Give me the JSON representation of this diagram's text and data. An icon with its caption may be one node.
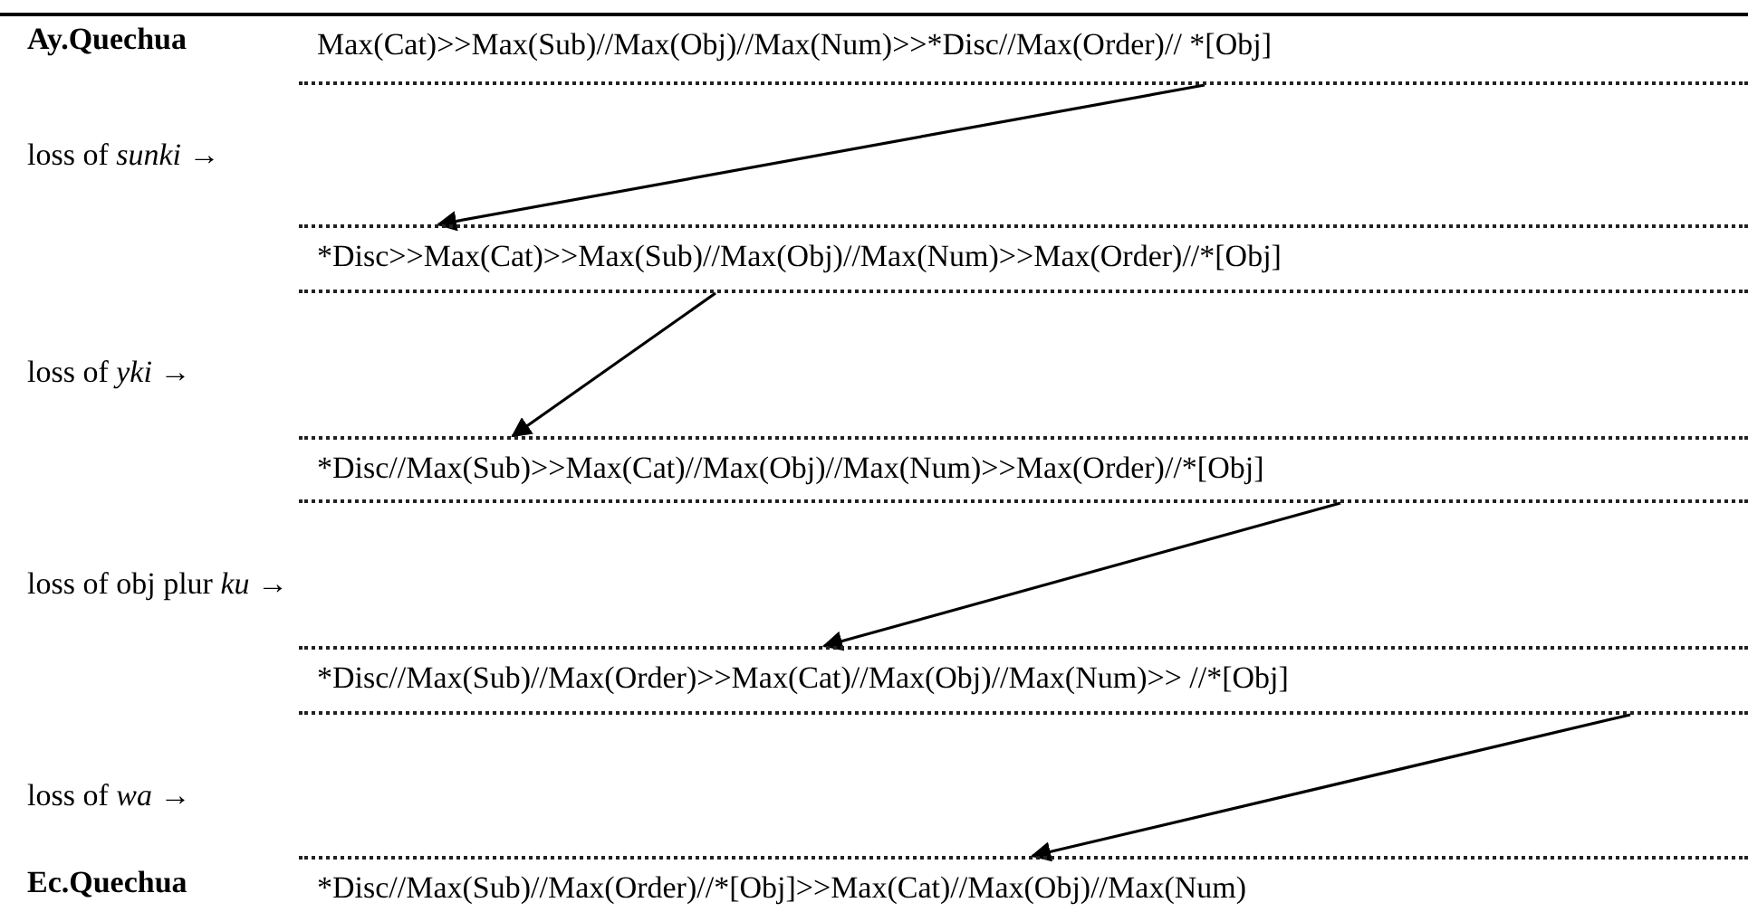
{
  "diagram": {
    "nodes": [
      {
        "text": [
          "Max(Cat)>>Max(Sub)//Max(Obj)//Max(Num)>>*Disc//Max(Order)// *[Obj]"
        ],
        "beside": [
          "Ay.Quechua"
        ]
      },
      {
        "text": [
          "*Disc>>Max(Cat)>>Max(Sub)//Max(Obj)//Max(Num)>>Max(Order)//*[Obj]"
        ]
      },
      {
        "text": [
          "*Disc//Max(Sub)>>Max(Cat)//Max(Obj)//Max(Num)>>Max(Order)//*[Obj]"
        ]
      },
      {
        "text": [
          "*Disc//Max(Sub)//Max(Order)>>Max(Cat)//Max(Obj)//Max(Num)>> //*[Obj]"
        ]
      },
      {
        "text": [
          "*Disc//Max(Sub)//Max(Order)//*[Obj]>>Max(Cat)//Max(Obj)//Max(Num)"
        ],
        "beside": [
          "Ec.Quechua"
        ]
      }
    ],
    "edges": [
      {
        "from": 0,
        "to": 1,
        "arrow": "to"
      },
      {
        "from": 1,
        "to": 2,
        "arrow": "to"
      },
      {
        "from": 2,
        "to": 3,
        "arrow": "to"
      },
      {
        "from": 3,
        "to": 4,
        "arrow": "to"
      }
    ],
    "labels": [
      "loss of *sunki* →",
      "loss of *yki* →",
      "loss of obj plur *ku* →",
      "loss of *wa* →"
    ]
  }
}
